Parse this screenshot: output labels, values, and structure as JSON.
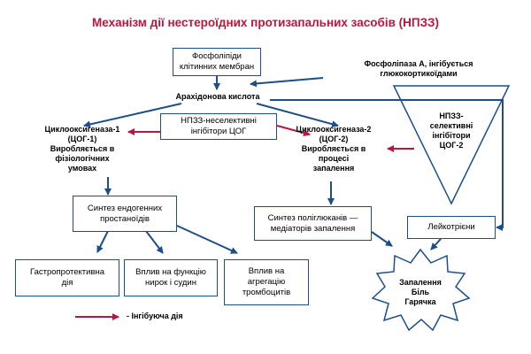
{
  "title": "Механізм дії нестероїдних протизапальних засобів (НПЗЗ)",
  "nodes": {
    "phospholipids": "Фосфоліпіди\nклітинних мембран",
    "phospholipase": "Фосфоліпаза А, інгібується\nглюкокортикоїдами",
    "arachidonic": "Арахідонова кислота",
    "nsaid_nonselective": "НПЗЗ-неселективні\nінгібітори ЦОГ",
    "cox1": "Циклооксигеназа-1\n(ЦОГ-1)\nВиробляється в\nфізіологічних\nумовах",
    "cox2": "Циклооксигеназа-2\n(ЦОГ-2)\nВиробляється в\nпроцесі\nзапалення",
    "nsaid_selective": "НПЗЗ-\nселективні\nінгібітори\nЦОГ-2",
    "endogenous": "Синтез ендогенних\nпростаноїдів",
    "polyglucans": "Синтез поліглюканів —\nмедіаторів запалення",
    "leukotrienes": "Лейкотрієни",
    "gastro": "Гастропротективна\nдія",
    "kidney": "Вплив на функцію\nнирок і судин",
    "platelet": "Вплив на\nагрегацію\nтромбоцитів",
    "inflammation": "Запалення\nБіль\nГарячка"
  },
  "legend": {
    "inhibit_label": "- Інгібуюча дія"
  },
  "colors": {
    "arrow_blue": "#1d4e89",
    "inhibit_red": "#c0143c",
    "title_red": "#c0143c"
  }
}
